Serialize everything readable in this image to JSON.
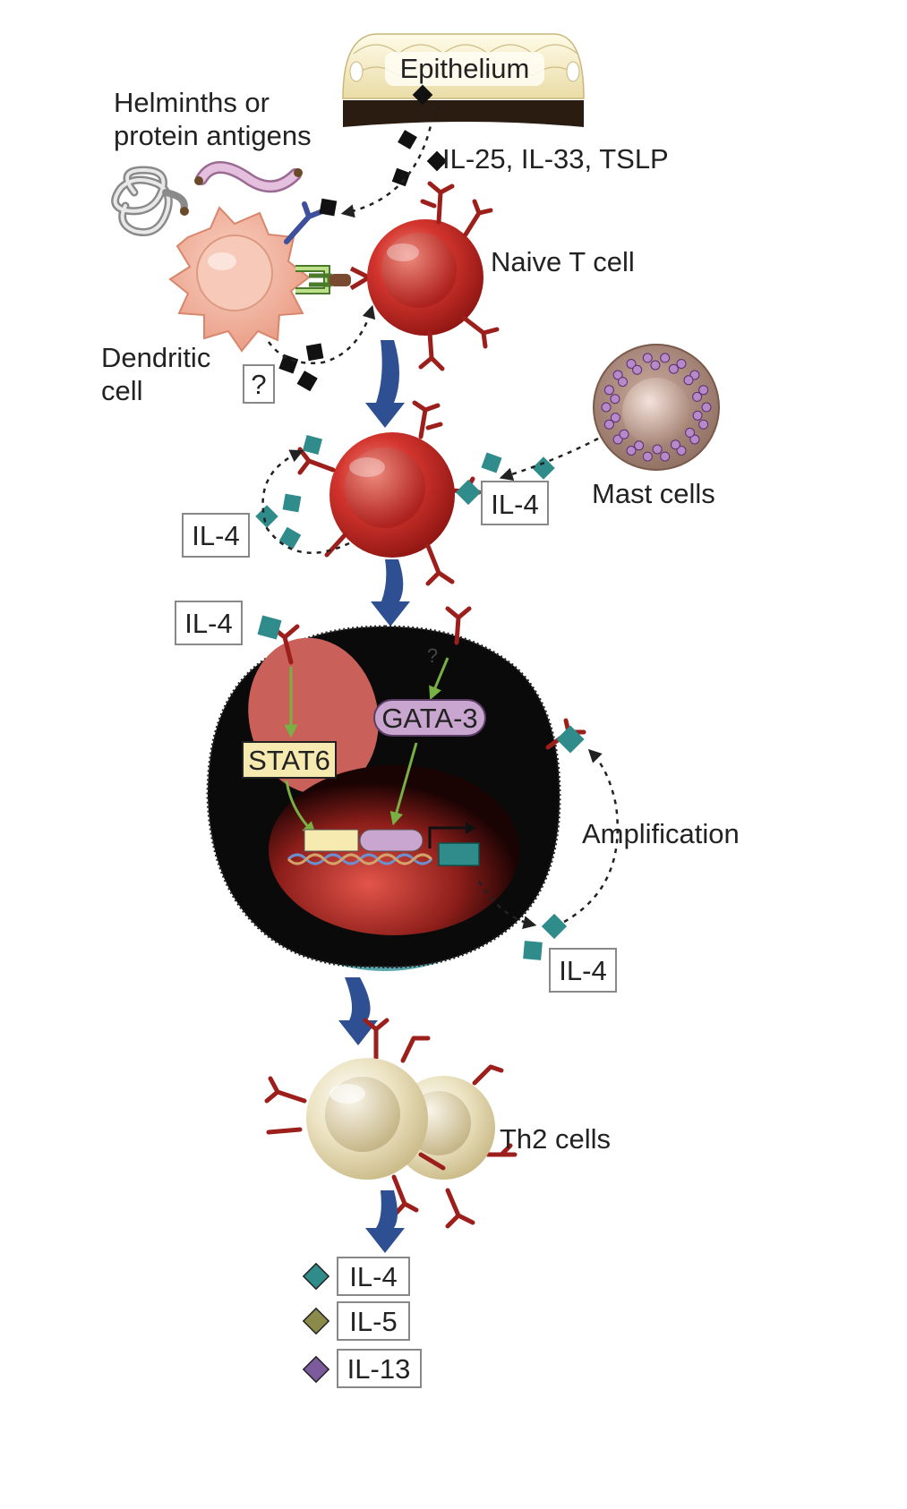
{
  "labels": {
    "epithelium": "Epithelium",
    "helminths_line1": "Helminths or",
    "helminths_line2": "protein antigens",
    "cytokines": "IL-25, IL-33, TSLP",
    "naive_t_cell": "Naive T cell",
    "dendritic_line1": "Dendritic",
    "dendritic_line2": "cell",
    "unknown": "?",
    "unknown_small": "?",
    "il4_left": "IL-4",
    "il4_right": "IL-4",
    "mast_cells": "Mast cells",
    "il4_receptor": "IL-4",
    "gata3": "GATA-3",
    "stat6": "STAT6",
    "amplification": "Amplification",
    "il4_output": "IL-4",
    "th2_cells": "Th2 cells"
  },
  "legend": [
    {
      "label": "IL-4",
      "color": "#2f8c8a"
    },
    {
      "label": "IL-5",
      "color": "#8a8a4a"
    },
    {
      "label": "IL-13",
      "color": "#7b5b9c"
    }
  ],
  "colors": {
    "arrow_blue": "#2e4f92",
    "il4_teal": "#2f8c8a",
    "t_cell_red": "#c8302b",
    "dendritic_peach": "#f1b5a0",
    "th2_cream": "#e8dfbe",
    "stat6_yellow": "#f6eab0",
    "gata3_purple": "#c9a6cf"
  }
}
